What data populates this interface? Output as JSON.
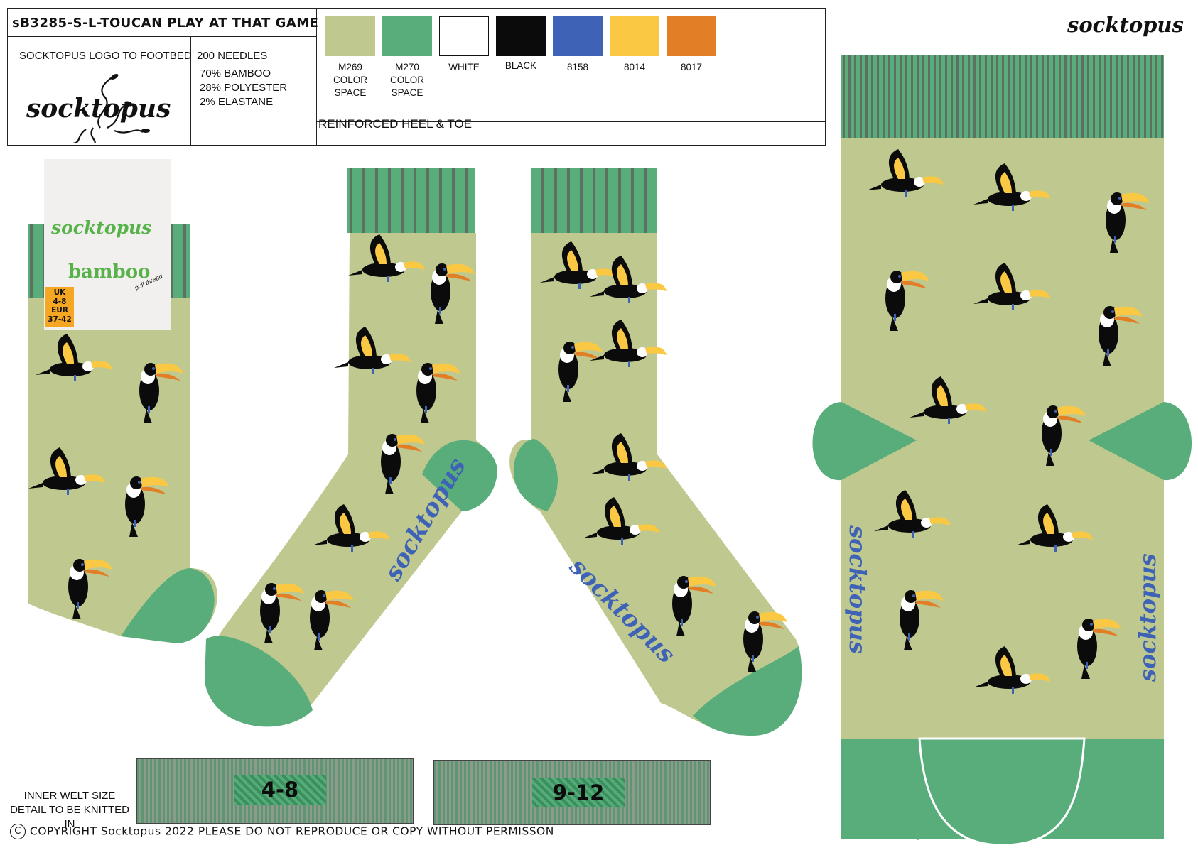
{
  "spec": {
    "title": "sB3285-S-L-TOUCAN PLAY AT THAT GAME",
    "logo_label": "SOCKTOPUS LOGO TO FOOTBED",
    "logo_word": "socktopus",
    "needles": "200 NEEDLES",
    "fabric": [
      "70% BAMBOO",
      "28% POLYESTER",
      "2% ELASTANE"
    ],
    "heel_toe": "REINFORCED HEEL & TOE"
  },
  "colors": [
    {
      "label": [
        "M269",
        "COLOR",
        "SPACE"
      ],
      "hex": "#bfc98f"
    },
    {
      "label": [
        "M270",
        "COLOR",
        "SPACE"
      ],
      "hex": "#58ad7b"
    },
    {
      "label": [
        "WHITE"
      ],
      "hex": "#ffffff"
    },
    {
      "label": [
        "BLACK"
      ],
      "hex": "#0b0b0b"
    },
    {
      "label": [
        "8158"
      ],
      "hex": "#3e62b5"
    },
    {
      "label": [
        "8014"
      ],
      "hex": "#fbc843"
    },
    {
      "label": [
        "8017"
      ],
      "hex": "#e27e26"
    }
  ],
  "packaging": {
    "brand": "socktopus",
    "line": "bamboo",
    "size_badge": [
      "UK",
      "4-8",
      "EUR",
      "37-42"
    ],
    "pull_tag": "pull thread"
  },
  "welt": {
    "note": "INNER WELT SIZE DETAIL TO BE KNITTED IN",
    "sizes": [
      "4-8",
      "9-12"
    ]
  },
  "brand_mark": "socktopus",
  "copyright": "COPYRIGHT Socktopus 2022 PLEASE DO NOT REPRODUCE OR COPY WITHOUT PERMISSON",
  "icons": [
    "toucan-icon",
    "octopus-logo-icon",
    "copyright-icon"
  ],
  "palette": {
    "sock_body": "#bfc98f",
    "cuff_dark": "#5d7061",
    "heel_toe": "#58ad7b"
  }
}
